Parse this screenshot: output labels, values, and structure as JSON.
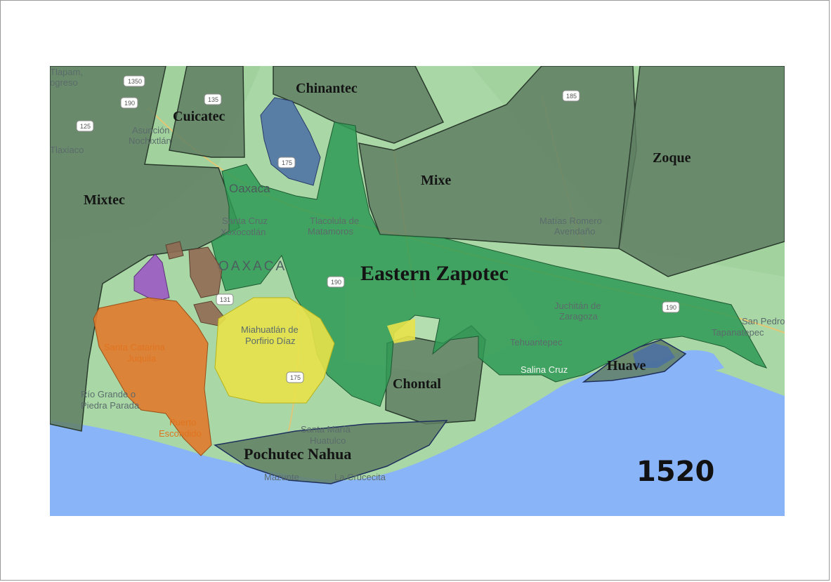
{
  "year": "1520",
  "regions": {
    "chinantec": "Chinantec",
    "cuicatec": "Cuicatec",
    "mixtec": "Mixtec",
    "mixe": "Mixe",
    "zoque": "Zoque",
    "eastern_zapotec": "Eastern Zapotec",
    "chontal": "Chontal",
    "huave": "Huave",
    "pochutec_nahua": "Pochutec Nahua"
  },
  "places": {
    "tlapam": "Tlapam,",
    "progreso": "ogreso",
    "asuncion": "Asunción",
    "nochixtlan": "Nochixtlán",
    "tlaxiaco": "Tlaxiaco",
    "oaxaca_city": "Oaxaca",
    "santa_cruz": "Santa Cruz",
    "xoxocotlan": "Xoxocotlán",
    "tlacolula": "Tlacolula de",
    "matamoros": "Matamoros",
    "oaxaca_state": "OAXACA",
    "matias_romero": "Matías Romero",
    "avendano": "Avendaño",
    "juchitan": "Juchitán de",
    "zaragoza": "Zaragoza",
    "san_pedro": "San Pedro",
    "tapanatepec": "Tapanatepec",
    "tehuantepec": "Tehuantepec",
    "salina_cruz": "Salina Cruz",
    "miahuatlan": "Miahuatlán de",
    "porfirio_diaz": "Porfirio Díaz",
    "santa_catarina": "Santa Catarina",
    "juquila": "Juquila",
    "rio_grande": "Río Grande o",
    "piedra_parada": "Piedra Parada",
    "puerto": "Puerto",
    "escondido": "Escondido",
    "santa_maria": "Santa María",
    "huatulco": "Huatulco",
    "mazunte": "Mazunte",
    "la_crucecita": "La Crucecita"
  },
  "highways": {
    "h1350": "1350",
    "h190a": "190",
    "h125": "125",
    "h135": "135",
    "h175a": "175",
    "h185": "185",
    "h190b": "190",
    "h131": "131",
    "h175b": "175",
    "h190c": "190"
  },
  "colors": {
    "sea": "#8ab4f8",
    "land": "#a9d8a6",
    "gray_region": "#5f7f63",
    "zapotec": "#2f9a55",
    "blue_region": "#4a6fa6",
    "purple_region": "#9b5bc4",
    "brown_region": "#8f6a52",
    "orange_region": "#e07a2e",
    "yellow_region": "#e8e24a"
  }
}
